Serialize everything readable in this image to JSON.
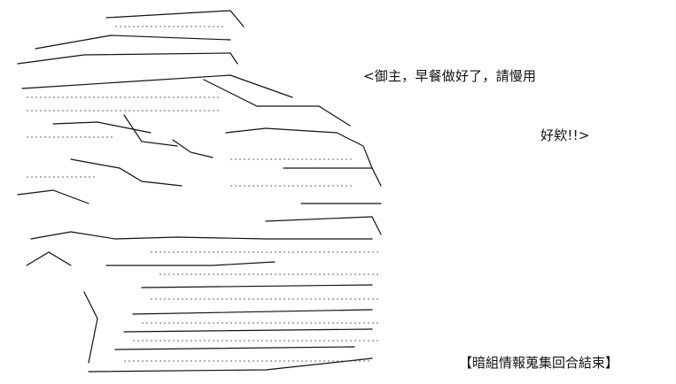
{
  "dialogue": {
    "line1": "<御主，早餐做好了，請慢用",
    "line2": "好欸!!>"
  },
  "footer": {
    "caption": "【暗組情報蒐集回合結束】"
  },
  "colors": {
    "background": "#ffffff",
    "ink": "#111111"
  }
}
